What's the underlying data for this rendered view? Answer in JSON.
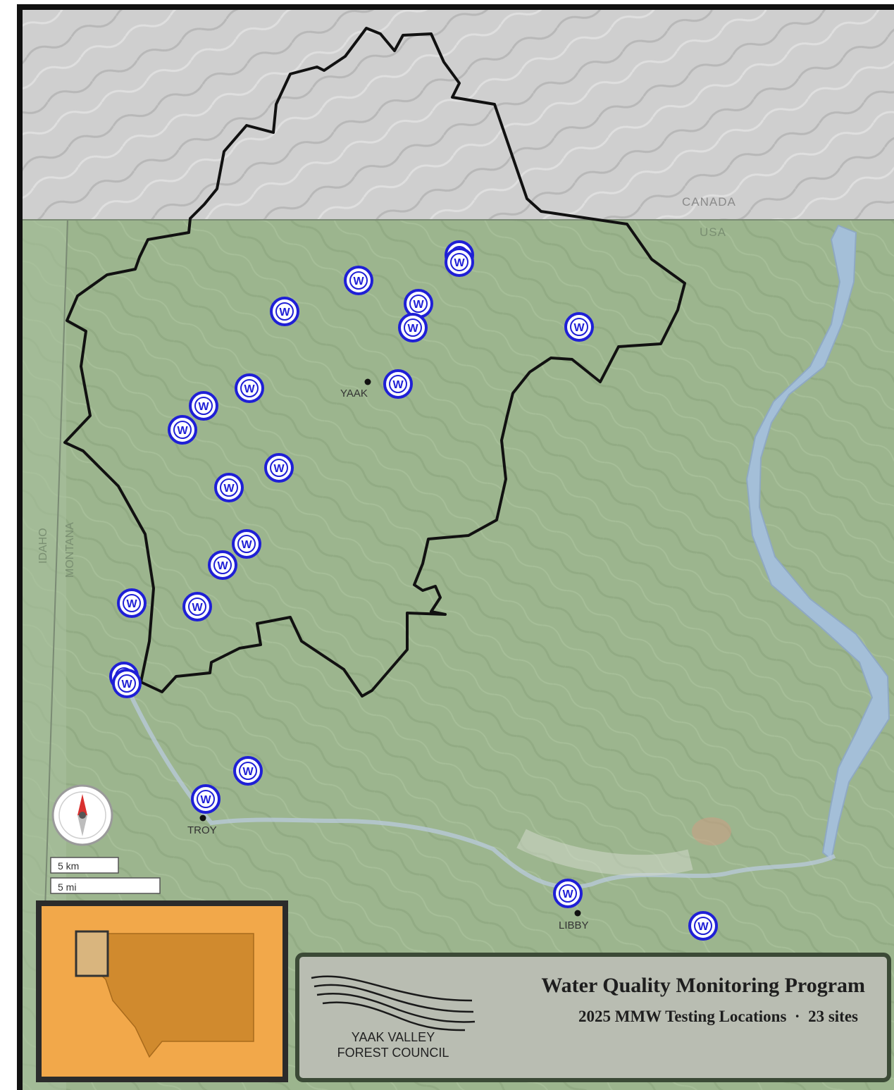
{
  "map": {
    "places": [
      {
        "name": "YAAK"
      },
      {
        "name": "TROY"
      },
      {
        "name": "LIBBY"
      }
    ],
    "border_labels": {
      "canada": "CANADA",
      "usa": "USA",
      "idaho": "IDAHO",
      "montana": "MONTANA"
    },
    "marker_letter": "W",
    "marker_count": 23,
    "scale": {
      "km": "5 km",
      "mi": "5 mi"
    },
    "colors": {
      "terrain_us": "#9cb58e",
      "terrain_canada": "#cfcfcf",
      "river": "#a4bfd8",
      "boundary": "#111111",
      "marker_ring": "#1f1fd6",
      "inset_bg": "#f2a84a"
    }
  },
  "legend": {
    "title": "Water Quality Monitoring Program",
    "subtitle": "2025 MMW Testing Locations  ·  23 sites",
    "org_line1": "YAAK VALLEY",
    "org_line2": "FOREST COUNCIL"
  },
  "icons": {
    "compass": "compass-rose-icon",
    "logo": "river-waves-logo-icon",
    "marker": "water-monitoring-marker-icon"
  }
}
